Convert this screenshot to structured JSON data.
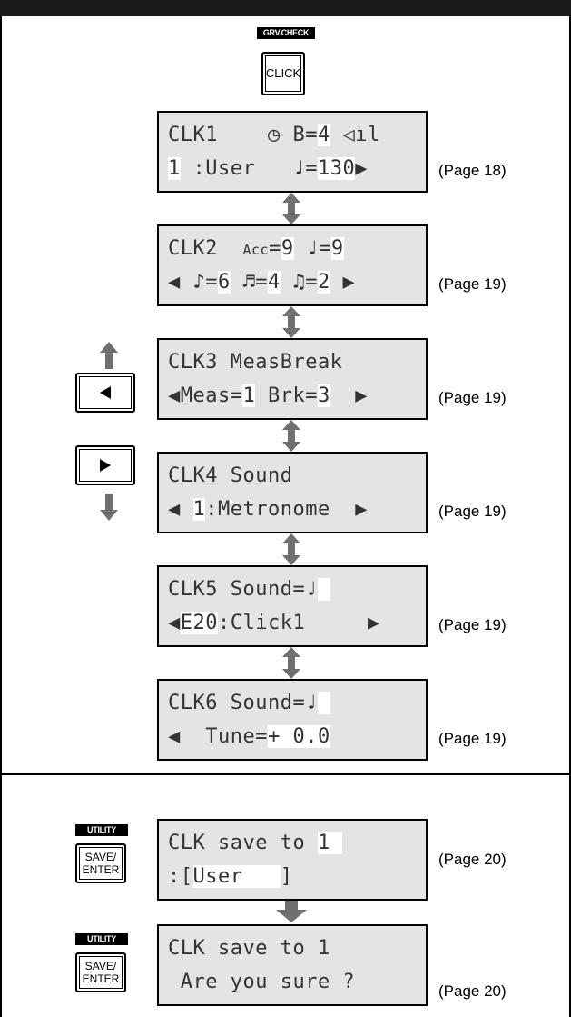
{
  "colors": {
    "lcd_background": "#e4e4e4",
    "lcd_text": "#333333",
    "arrow": "#707070",
    "frame": "#000000"
  },
  "grv_check_button": {
    "tag": "GRV.CHECK",
    "label": "CLICK"
  },
  "nav_buttons": {
    "up_icon": "up-arrow-icon",
    "prev_icon": "triangle-left-icon",
    "next_icon": "triangle-right-icon",
    "down_icon": "down-arrow-icon"
  },
  "utility_buttons": [
    {
      "tag": "UTILITY",
      "label_line1": "SAVE/",
      "label_line2": "ENTER"
    },
    {
      "tag": "UTILITY",
      "label_line1": "SAVE/",
      "label_line2": "ENTER"
    }
  ],
  "screens": [
    {
      "line1": [
        {
          "t": "CLK1    "
        },
        {
          "t": "◷",
          "icon": "metronome-icon"
        },
        {
          "t": " B="
        },
        {
          "t": "4",
          "hl": true
        },
        {
          "t": " "
        },
        {
          "t": "◁ıl",
          "icon": "speaker-icon"
        }
      ],
      "line2": [
        {
          "t": "1",
          "hl": true
        },
        {
          "t": " :User   "
        },
        {
          "t": "♩",
          "icon": "quarter-note-icon"
        },
        {
          "t": "="
        },
        {
          "t": "130",
          "hl": true
        },
        {
          "t": "▶",
          "icon": "next-arrow-icon"
        }
      ],
      "page": "(Page 18)"
    },
    {
      "line1": [
        {
          "t": "CLK2  "
        },
        {
          "t": "Acc",
          "icon": "accent-icon"
        },
        {
          "t": "="
        },
        {
          "t": "9",
          "hl": true
        },
        {
          "t": " "
        },
        {
          "t": "♩",
          "icon": "quarter-note-icon"
        },
        {
          "t": "="
        },
        {
          "t": "9",
          "hl": true
        }
      ],
      "line2": [
        {
          "t": "◀",
          "icon": "prev-arrow-icon"
        },
        {
          "t": " "
        },
        {
          "t": "♪",
          "icon": "eighth-note-icon"
        },
        {
          "t": "="
        },
        {
          "t": "6",
          "hl": true
        },
        {
          "t": " "
        },
        {
          "t": "♬",
          "icon": "sixteenth-note-icon"
        },
        {
          "t": "="
        },
        {
          "t": "4",
          "hl": true
        },
        {
          "t": " "
        },
        {
          "t": "♫",
          "icon": "triplet-icon"
        },
        {
          "t": "="
        },
        {
          "t": "2",
          "hl": true
        },
        {
          "t": " "
        },
        {
          "t": "▶",
          "icon": "next-arrow-icon"
        }
      ],
      "page": "(Page 19)"
    },
    {
      "line1": [
        {
          "t": "CLK3 MeasBreak"
        }
      ],
      "line2": [
        {
          "t": "◀",
          "icon": "prev-arrow-icon"
        },
        {
          "t": "Meas="
        },
        {
          "t": "1",
          "hl": true
        },
        {
          "t": " Brk="
        },
        {
          "t": "3",
          "hl": true
        },
        {
          "t": "  "
        },
        {
          "t": "▶",
          "icon": "next-arrow-icon"
        }
      ],
      "page": "(Page 19)"
    },
    {
      "line1": [
        {
          "t": "CLK4 Sound"
        }
      ],
      "line2": [
        {
          "t": "◀",
          "icon": "prev-arrow-icon"
        },
        {
          "t": " "
        },
        {
          "t": "1",
          "hl": true
        },
        {
          "t": ":Metronome  "
        },
        {
          "t": "▶",
          "icon": "next-arrow-icon"
        }
      ],
      "page": "(Page 19)"
    },
    {
      "line1": [
        {
          "t": "CLK5 Sound="
        },
        {
          "t": "♩",
          "icon": "quarter-note-icon"
        },
        {
          "t": " ",
          "hl": true
        }
      ],
      "line2": [
        {
          "t": "◀",
          "icon": "prev-arrow-icon"
        },
        {
          "t": "E20",
          "hl": true
        },
        {
          "t": ":Click1     "
        },
        {
          "t": "▶",
          "icon": "next-arrow-icon"
        }
      ],
      "page": "(Page 19)"
    },
    {
      "line1": [
        {
          "t": "CLK6 Sound="
        },
        {
          "t": "♩",
          "icon": "quarter-note-icon"
        },
        {
          "t": " ",
          "hl": true
        }
      ],
      "line2": [
        {
          "t": "◀",
          "icon": "prev-arrow-icon"
        },
        {
          "t": "  Tune="
        },
        {
          "t": "+ 0.0",
          "hl": true
        }
      ],
      "page": "(Page 19)"
    },
    {
      "line1": [
        {
          "t": "CLK save to "
        },
        {
          "t": "1 ",
          "hl": true
        }
      ],
      "line2": [
        {
          "t": ":["
        },
        {
          "t": "User   ",
          "hl": true
        },
        {
          "t": "]"
        }
      ],
      "page": "(Page 20)"
    },
    {
      "line1": [
        {
          "t": "CLK save to 1"
        }
      ],
      "line2": [
        {
          "t": " Are you sure ?"
        }
      ],
      "page": "(Page 20)"
    }
  ]
}
